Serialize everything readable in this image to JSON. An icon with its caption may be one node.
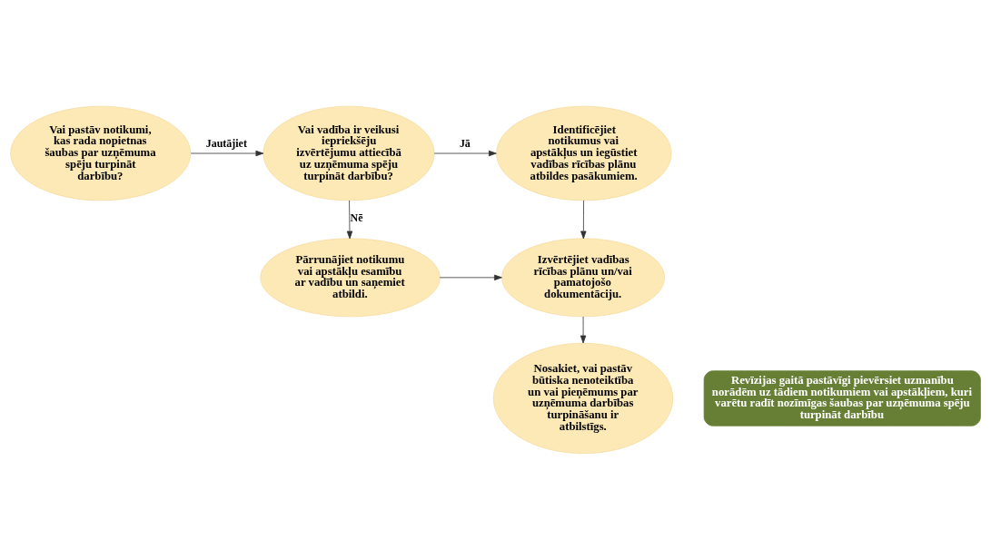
{
  "diagram": {
    "nodes": [
      {
        "text": [
          "Vai pastāv notikumi, kas rada nopietnas šaubas par uzņēmuma spēju turpināt darbību?"
        ]
      },
      {
        "text": [
          "Vai vadība ir veikusi iepriekšēju izvērtējumu attiecībā uz uzņēmuma spēju turpināt darbību?"
        ]
      },
      {
        "text": [
          "Identificējiet notikumus vai apstākļus un iegūstiet vadības rīcības plānu atbildes pasākumiem."
        ]
      },
      {
        "text": [
          "Pārrunājiet notikumu vai apstākļu esamību ar vadību un saņemiet atbildi."
        ]
      },
      {
        "text": [
          "Izvērtējiet vadības rīcības plānu un/vai pamatojošo dokumentāciju."
        ]
      },
      {
        "text": [
          "Nosakiet, vai pastāv būtiska nenoteiktība un vai pieņēmums par uzņēmuma darbības turpināšanu ir atbilstīgs."
        ]
      },
      {
        "text": [
          "Revīzijas gaitā pastāvīgi pievērsiet uzmanību norādēm uz tādiem notikumiem vai apstākļiem, kuri varētu radīt nozīmīgas šaubas par uzņēmuma spēju turpināt darbību"
        ]
      }
    ],
    "edges": [
      {
        "from": 0,
        "to": 1,
        "arrow": "to",
        "label": "Jautājiet"
      },
      {
        "from": 1,
        "to": 2,
        "arrow": "to",
        "label": "Jā"
      },
      {
        "from": 1,
        "to": 3,
        "arrow": "to",
        "label": "Nē"
      },
      {
        "from": 2,
        "to": 4,
        "arrow": "to"
      },
      {
        "from": 3,
        "to": 4,
        "arrow": "to"
      },
      {
        "from": 4,
        "to": 5,
        "arrow": "to"
      }
    ]
  }
}
